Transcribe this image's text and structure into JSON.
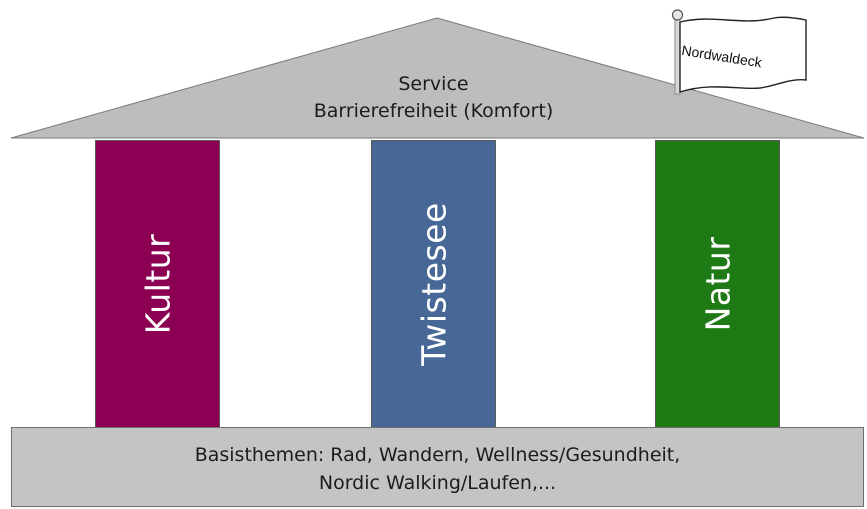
{
  "roof": {
    "line1": "Service",
    "line2": "Barrierefreiheit (Komfort)"
  },
  "pillars": [
    {
      "label": "Kultur",
      "color": "#8b0053"
    },
    {
      "label": "Twistesee",
      "color": "#476896"
    },
    {
      "label": "Natur",
      "color": "#1d7a14"
    }
  ],
  "base": {
    "line1": "Basisthemen: Rad, Wandern, Wellness/Gesundheit,",
    "line2": "Nordic Walking/Laufen,..."
  },
  "flag": {
    "label": "Nordwaldeck"
  },
  "colors": {
    "roof": "#bdbdbd",
    "base": "#c4c4c4"
  }
}
